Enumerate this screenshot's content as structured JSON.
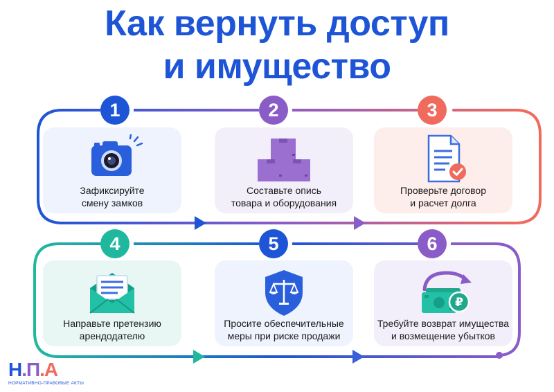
{
  "title": {
    "line1": "Как вернуть доступ",
    "line2": "и имущество"
  },
  "steps": [
    {
      "number": "1",
      "line1": "Зафиксируйте",
      "line2": "смену замков",
      "icon": "camera-icon",
      "color": "#1e55d6"
    },
    {
      "number": "2",
      "line1": "Составьте опись",
      "line2": "товара и оборудования",
      "icon": "boxes-icon",
      "color": "#8a5cc8"
    },
    {
      "number": "3",
      "line1": "Проверьте договор",
      "line2": "и расчет долга",
      "icon": "document-check-icon",
      "color": "#f06a5e"
    },
    {
      "number": "4",
      "line1": "Направьте претензию",
      "line2": "арендодателю",
      "icon": "envelope-letter-icon",
      "color": "#1fb89e"
    },
    {
      "number": "5",
      "line1": "Просите обеспечительные",
      "line2": "меры при риске продажи",
      "icon": "scales-shield-icon",
      "color": "#1e55d6"
    },
    {
      "number": "6",
      "line1": "Требуйте возврат имущества",
      "line2": "и возмещение убытков",
      "icon": "money-return-icon",
      "color": "#8a5cc8"
    }
  ],
  "logo": {
    "letters": [
      "Н",
      ".",
      "П",
      ".",
      "А"
    ],
    "subtitle": "НОРМАТИВНО-ПРАВОВЫЕ АКТЫ"
  }
}
